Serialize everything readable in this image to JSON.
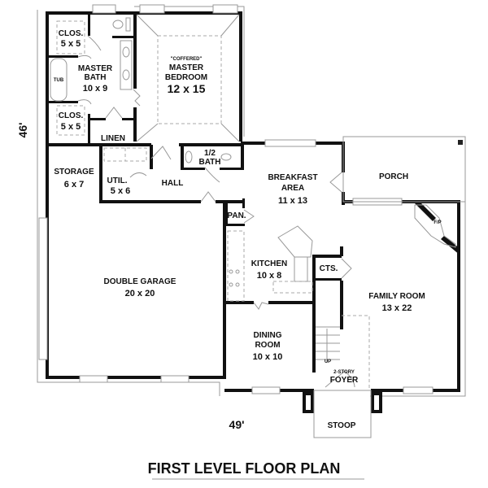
{
  "title": "FIRST LEVEL FLOOR PLAN",
  "dimensions": {
    "depth": "46'",
    "width": "49'"
  },
  "rooms": {
    "closet_top": {
      "name": "CLOS.",
      "size": "5 x 5"
    },
    "master_bath": {
      "name_line1": "MASTER",
      "name_line2": "BATH",
      "size": "10 x 9"
    },
    "tub": {
      "name": "TUB"
    },
    "closet_bottom": {
      "name": "CLOS.",
      "size": "5 x 5"
    },
    "linen": {
      "name": "LINEN"
    },
    "master_bedroom": {
      "note": "\"COFFERED\"",
      "name_line1": "MASTER",
      "name_line2": "BEDROOM",
      "size": "12 x 15"
    },
    "half_bath": {
      "name_line1": "1/2",
      "name_line2": "BATH"
    },
    "storage": {
      "name": "STORAGE",
      "size": "6 x 7"
    },
    "utility": {
      "name": "UTIL.",
      "size": "5 x 6"
    },
    "hall": {
      "name": "HALL"
    },
    "breakfast": {
      "name_line1": "BREAKFAST",
      "name_line2": "AREA",
      "size": "11 x 13"
    },
    "porch": {
      "name": "PORCH"
    },
    "pantry": {
      "name": "PAN."
    },
    "fireplace": {
      "name": "F/P"
    },
    "kitchen": {
      "name": "KITCHEN",
      "size": "10 x 8"
    },
    "closet_cts": {
      "name": "CTS."
    },
    "garage": {
      "name": "DOUBLE GARAGE",
      "size": "20 x 20"
    },
    "family_room": {
      "name": "FAMILY ROOM",
      "size": "13 x 22"
    },
    "dining": {
      "name_line1": "DINING",
      "name_line2": "ROOM",
      "size": "10 x 10"
    },
    "stairs": {
      "label": "UP"
    },
    "foyer": {
      "note": "2-STORY",
      "name": "FOYER"
    },
    "stoop": {
      "name": "STOOP"
    }
  }
}
